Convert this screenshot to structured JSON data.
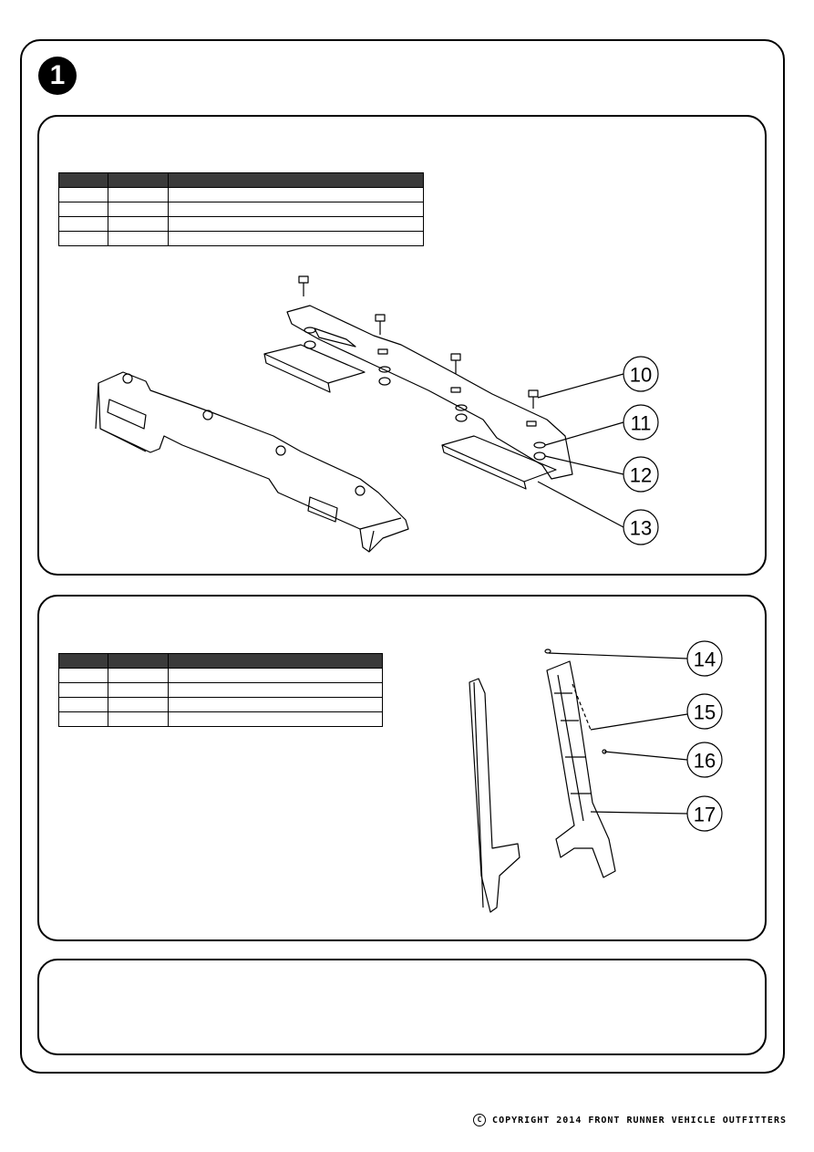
{
  "step": {
    "number": "1"
  },
  "panel1": {
    "table": {
      "rows": 4
    },
    "callouts": [
      "10",
      "11",
      "12",
      "13"
    ]
  },
  "panel2": {
    "table": {
      "rows": 4
    },
    "callouts": [
      "14",
      "15",
      "16",
      "17"
    ]
  },
  "footer": {
    "copyright": "COPYRIGHT 2014 FRONT RUNNER VEHICLE OUTFITTERS",
    "copyright_symbol": "C"
  }
}
